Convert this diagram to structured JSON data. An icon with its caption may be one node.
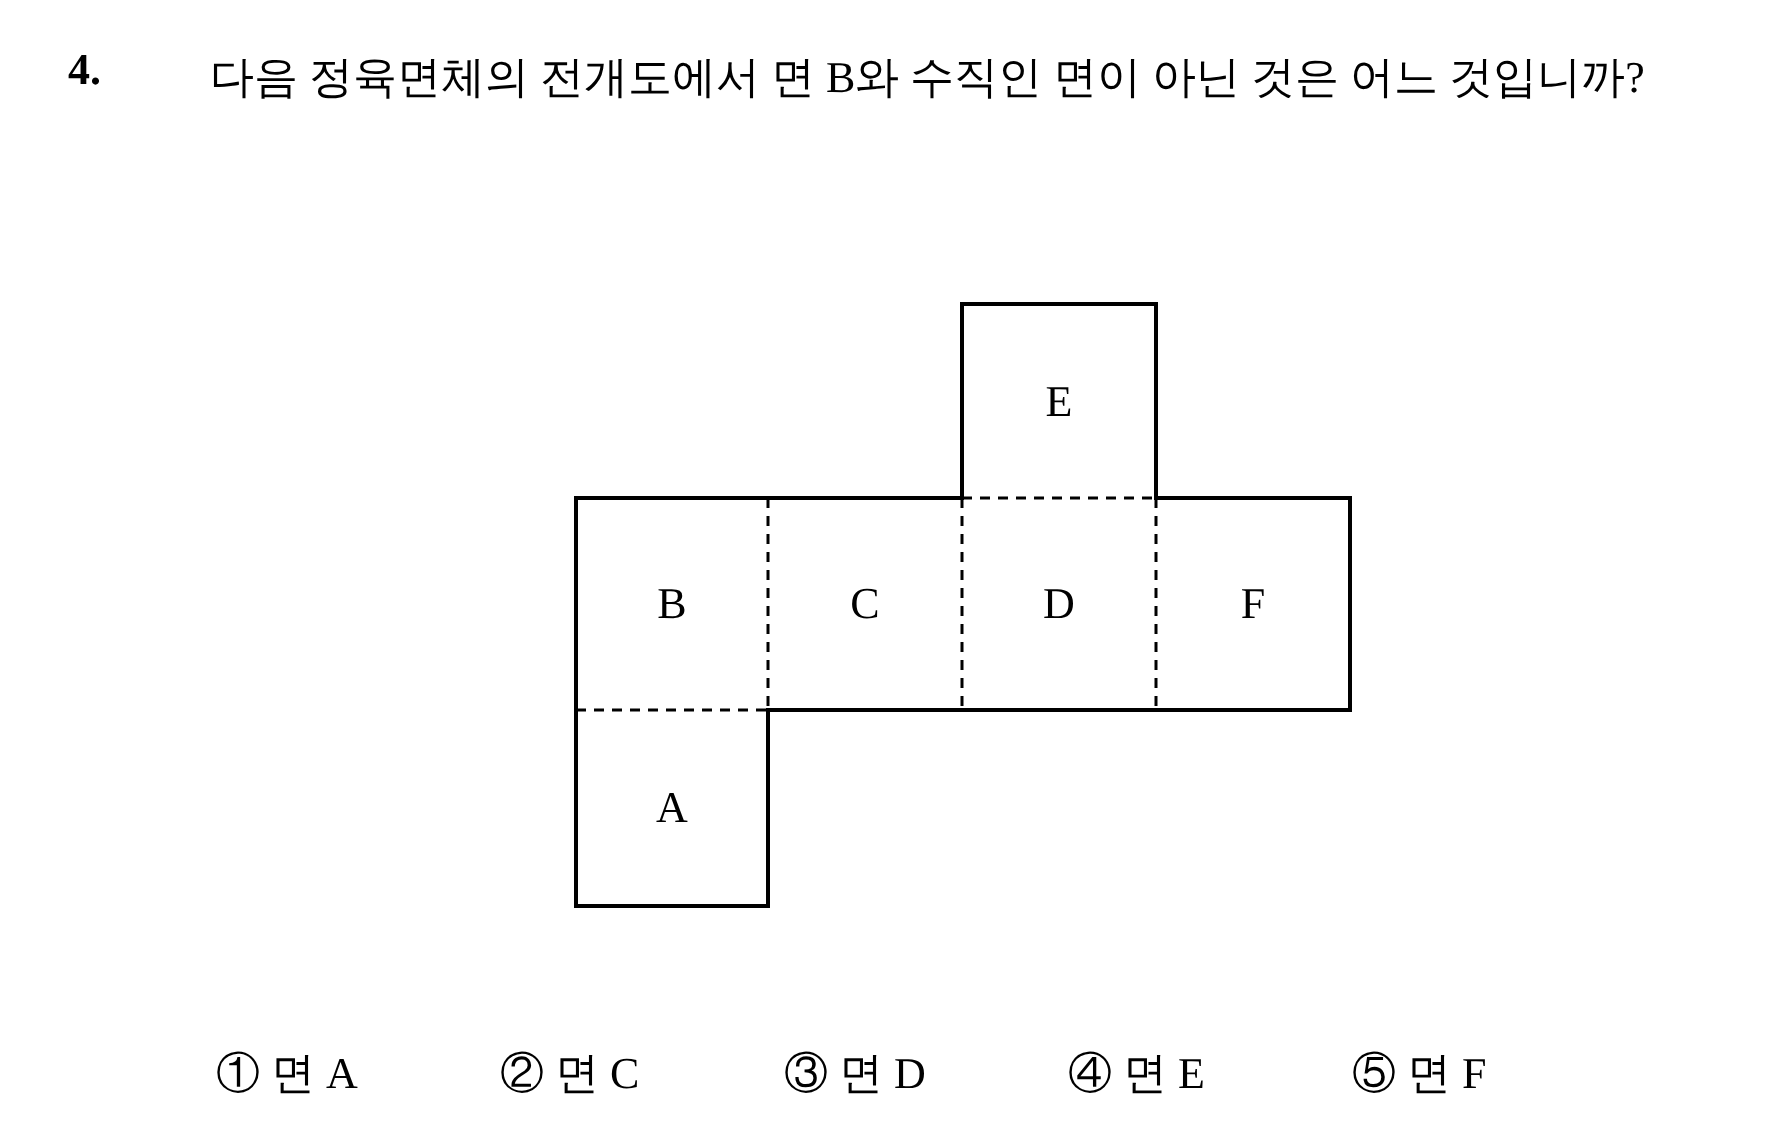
{
  "diagram": {
    "title": "다음 정육면체의 전개도에서 면 B와 수직인 면이 아닌 것은 어느 것입니까?",
    "nodes": [
      {
        "text": [
          "E"
        ]
      },
      {
        "text": [
          "B"
        ]
      },
      {
        "text": [
          "C"
        ]
      },
      {
        "text": [
          "D"
        ]
      },
      {
        "text": [
          "F"
        ]
      },
      {
        "text": [
          "A"
        ]
      }
    ],
    "labels": [
      "4.",
      "① 면 A",
      "② 면 C",
      "③ 면 D",
      "④ 면 E",
      "⑤ 면 F"
    ]
  }
}
